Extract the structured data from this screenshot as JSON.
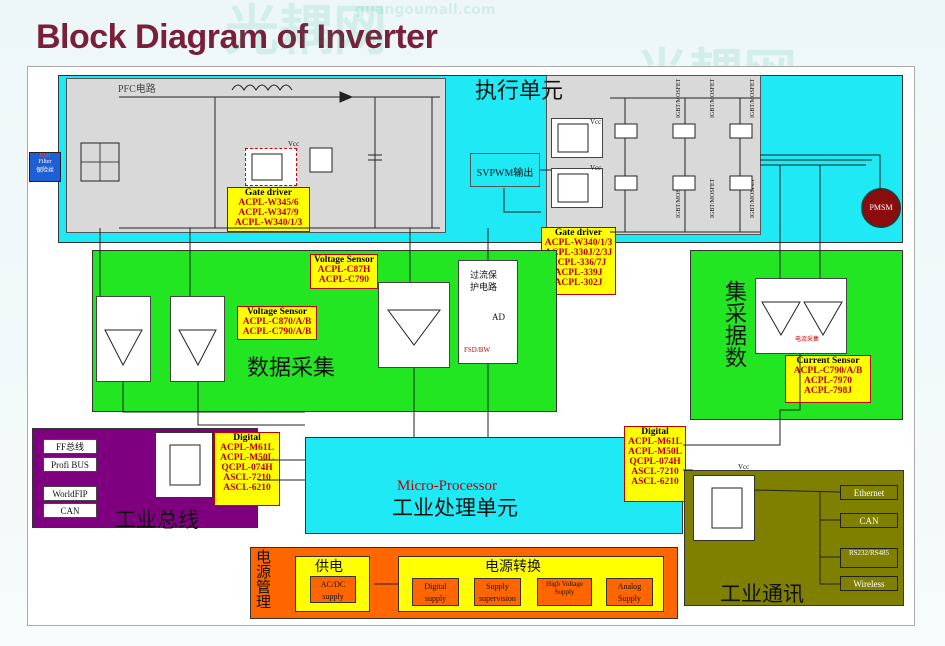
{
  "title": "Block Diagram of Inverter",
  "watermark": {
    "brand": "光耦网",
    "domain": "guangoumall.com"
  },
  "execution_unit": {
    "label": "执行单元",
    "pfc_label": "PFC电路",
    "vcc": "Vcc",
    "svpwm": "SVPWM输出",
    "igbt_label": "IGBT/MOSFET"
  },
  "input_block": {
    "line1": "EMI",
    "line2": "Filter",
    "line3": "保险丝"
  },
  "pmsm_label": "PMSM",
  "gate_driver_1": {
    "heading": "Gate driver",
    "lines": [
      "ACPL-W345/6",
      "ACPL-W347/9",
      "ACPL-W340/1/3"
    ]
  },
  "gate_driver_2": {
    "heading": "Gate driver",
    "lines": [
      "ACPL-W340/1/3",
      "ACPL-330J/2/3J",
      "ACPL-336/7J",
      "ACPL-339J",
      "ACPL-302J"
    ]
  },
  "voltage_sensor_1": {
    "heading": "Voltage Sensor",
    "lines": [
      "ACPL-C87H",
      "ACPL-C790"
    ]
  },
  "voltage_sensor_2": {
    "heading": "Voltage Sensor",
    "lines": [
      "ACPL-C870/A/B",
      "ACPL-C790/A/B"
    ]
  },
  "data_acquisition": {
    "label": "数据采集"
  },
  "overcurrent": {
    "line1": "过流保",
    "line2": "护电路",
    "ad": "AD",
    "fault": "FSD/BW"
  },
  "data_collection": {
    "label": "集采据数",
    "sense": "电流采集"
  },
  "current_sensor": {
    "heading": "Current Sensor",
    "lines": [
      "ACPL-C790/A/B",
      "ACPL-7970",
      "ACPL-798J"
    ]
  },
  "digital_1": {
    "heading": "Digital",
    "lines": [
      "ACPL-M61L",
      "ACPL-M50L",
      "QCPL-074H",
      "ASCL-7210",
      "ASCL-6210"
    ]
  },
  "digital_2": {
    "heading": "Digital",
    "lines": [
      "ACPL-M61L",
      "ACPL-M50L",
      "QCPL-074H",
      "ASCL-7210",
      "ASCL-6210"
    ]
  },
  "fieldbus": {
    "label": "工业总线",
    "items": [
      "FF总线",
      "Profi BUS",
      "WorldFIP",
      "CAN"
    ]
  },
  "mcu": {
    "en": "Micro-Processor",
    "cn": "工业处理单元"
  },
  "industrial_comm": {
    "label": "工业通讯",
    "vcc": "Vcc",
    "items": [
      "Ethernet",
      "CAN",
      "RS232/RS485",
      "Wireless"
    ]
  },
  "power": {
    "label": "电源管理",
    "supply_label": "供电",
    "supply_box": "AC/DC supply",
    "convert_label": "电源转换",
    "convert_items": [
      "Digital supply",
      "Supply supervision",
      "High Voltage Supply",
      "Analog Supply"
    ]
  },
  "colors": {
    "cyan": "#1ee9f4",
    "green": "#22e622",
    "purple": "#7f007f",
    "olive": "#7f7f00",
    "orange": "#ff6600",
    "yellow": "#ffff00",
    "red": "#c00000"
  }
}
